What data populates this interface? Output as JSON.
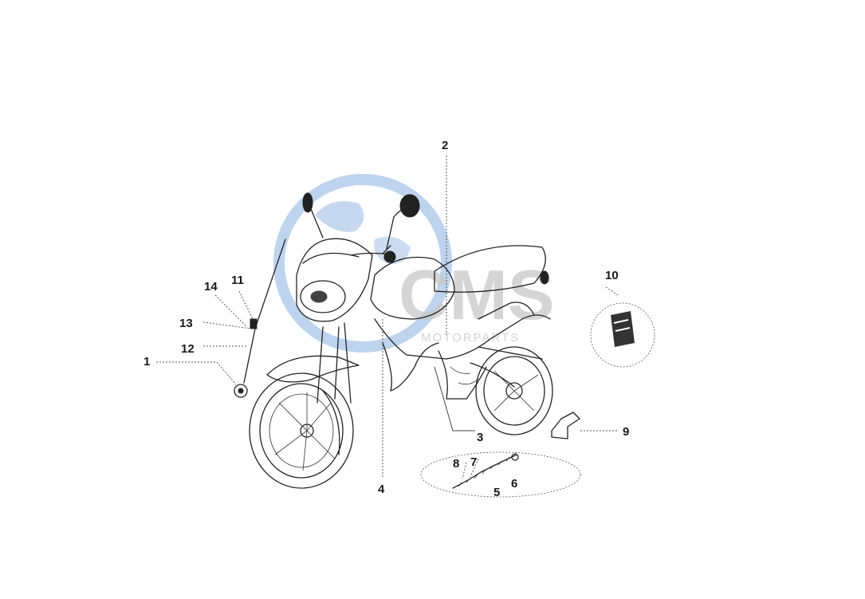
{
  "diagram": {
    "callouts": [
      {
        "id": "1",
        "label": "1"
      },
      {
        "id": "2",
        "label": "2"
      },
      {
        "id": "3",
        "label": "3"
      },
      {
        "id": "4",
        "label": "4"
      },
      {
        "id": "5",
        "label": "5"
      },
      {
        "id": "6",
        "label": "6"
      },
      {
        "id": "7",
        "label": "7"
      },
      {
        "id": "8",
        "label": "8"
      },
      {
        "id": "9",
        "label": "9"
      },
      {
        "id": "10",
        "label": "10"
      },
      {
        "id": "11",
        "label": "11"
      },
      {
        "id": "12",
        "label": "12"
      },
      {
        "id": "13",
        "label": "13"
      },
      {
        "id": "14",
        "label": "14"
      }
    ]
  },
  "watermark": {
    "logo_text": "CMS",
    "subtext": "MOTORPARTS",
    "colors": {
      "globe_blue": "#5a8ed0",
      "gray": "#c7c7c7"
    }
  }
}
